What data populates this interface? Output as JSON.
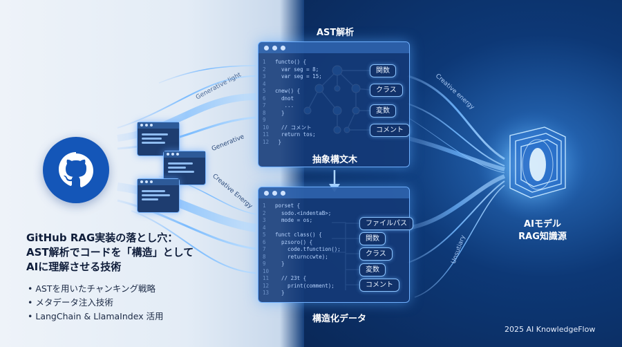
{
  "ast_section": {
    "title": "AST解析",
    "caption": "抽象構文木",
    "code_lines": [
      "functo() {",
      "  var seg = 8;",
      "  var seg = 15;",
      "",
      "cnew() {",
      "  dnot",
      "   ...",
      "  }",
      "",
      "  // コメント",
      "  return tos;",
      " }"
    ],
    "nodes": [
      "関数",
      "クラス",
      "変数",
      "コメント"
    ]
  },
  "struct_section": {
    "caption": "構造化データ",
    "code_lines": [
      "porset {",
      "  sodo.<indentaB>;",
      "  mode = os;",
      "",
      "funct class() {",
      "  pzsoro() {",
      "    code.tfunction();",
      "    returnccwte);",
      "  }",
      "",
      "  // 23t {",
      "    print(comment);",
      "  }",
      "}"
    ],
    "nodes": [
      "ファイルパス",
      "関数",
      "クラス",
      "変数",
      "コメント"
    ]
  },
  "title_lines": [
    "GitHub RAG実装の落とし穴：",
    "AST解析でコードを「構造」として",
    "AIに理解させる技術"
  ],
  "bullets": [
    "ASTを用いたチャンキング戦略",
    "メタデータ注入技術",
    "LangChain & LlamaIndex 活用"
  ],
  "target": {
    "line1": "AIモデル",
    "line2": "RAG知識源"
  },
  "flow_labels": [
    "Generative light",
    "Generative",
    "Creative Energy",
    "Creative energy",
    "Unsutiary"
  ],
  "footer": "2025 AI KnowledgeFlow",
  "icons": {
    "source": "github-icon",
    "target": "knowledge-cube-icon"
  },
  "colors": {
    "accent": "#6fb0ff",
    "dark_bg": "#0b2f66",
    "light_bg": "#eef3f9",
    "github_blue": "#1456b8"
  }
}
